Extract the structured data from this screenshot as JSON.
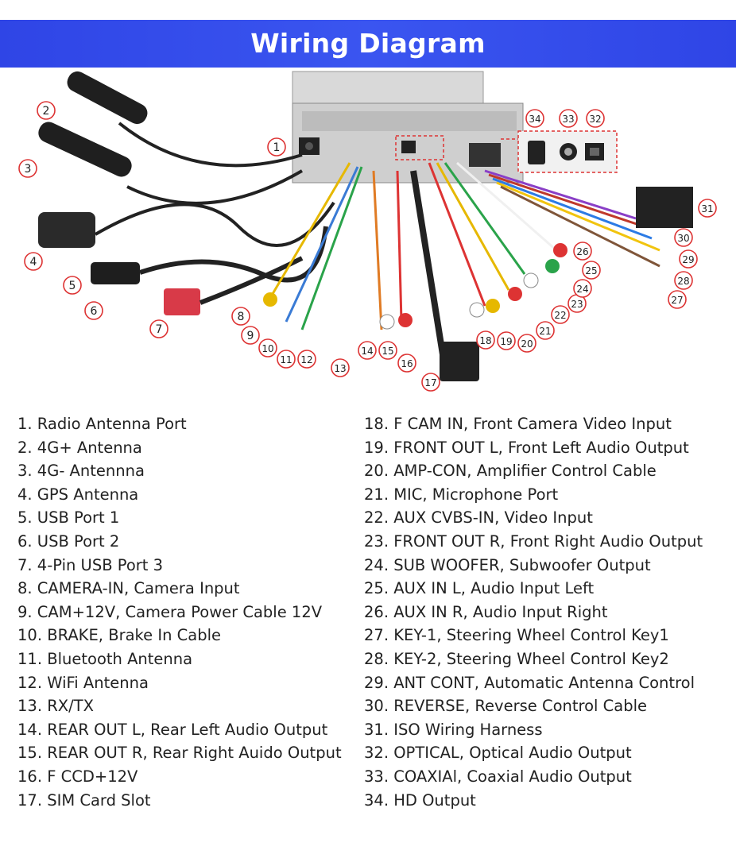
{
  "header": {
    "title": "Wiring Diagram"
  },
  "diagram": {
    "callouts": [
      "1",
      "2",
      "3",
      "4",
      "5",
      "6",
      "7",
      "8",
      "9",
      "10",
      "11",
      "12",
      "13",
      "14",
      "15",
      "16",
      "17",
      "18",
      "19",
      "20",
      "21",
      "22",
      "23",
      "24",
      "25",
      "26",
      "27",
      "28",
      "29",
      "30",
      "31",
      "32",
      "33",
      "34"
    ]
  },
  "legend": {
    "left": [
      "1. Radio Antenna Port",
      "2. 4G+ Antenna",
      "3. 4G- Antennna",
      "4. GPS Antenna",
      "5. USB Port 1",
      "6. USB Port 2",
      "7. 4-Pin USB Port 3",
      "8. CAMERA-IN, Camera Input",
      "9. CAM+12V, Camera Power Cable 12V",
      "10. BRAKE, Brake In Cable",
      "11. Bluetooth Antenna",
      "12. WiFi Antenna",
      "13. RX/TX",
      "14. REAR OUT L, Rear Left Audio Output",
      "15. REAR OUT R, Rear Right Auido Output",
      "16. F CCD+12V",
      "17. SIM Card Slot"
    ],
    "right": [
      "18. F CAM IN, Front Camera Video Input",
      "19. FRONT OUT L, Front Left Audio Output",
      "20. AMP-CON, Amplifier Control Cable",
      "21. MIC, Microphone Port",
      "22. AUX CVBS-IN, Video Input",
      "23. FRONT OUT R, Front Right Audio Output",
      "24. SUB WOOFER, Subwoofer Output",
      "25. AUX IN L, Audio Input Left",
      "26. AUX IN R, Audio Input Right",
      "27. KEY-1, Steering Wheel Control Key1",
      "28. KEY-2, Steering Wheel Control Key2",
      "29. ANT CONT, Automatic Antenna Control",
      "30. REVERSE, Reverse Control Cable",
      "31. ISO Wiring Harness",
      "32. OPTICAL, Optical Audio Output",
      "33. COAXIAl, Coaxial Audio Output",
      "34. HD Output"
    ]
  }
}
